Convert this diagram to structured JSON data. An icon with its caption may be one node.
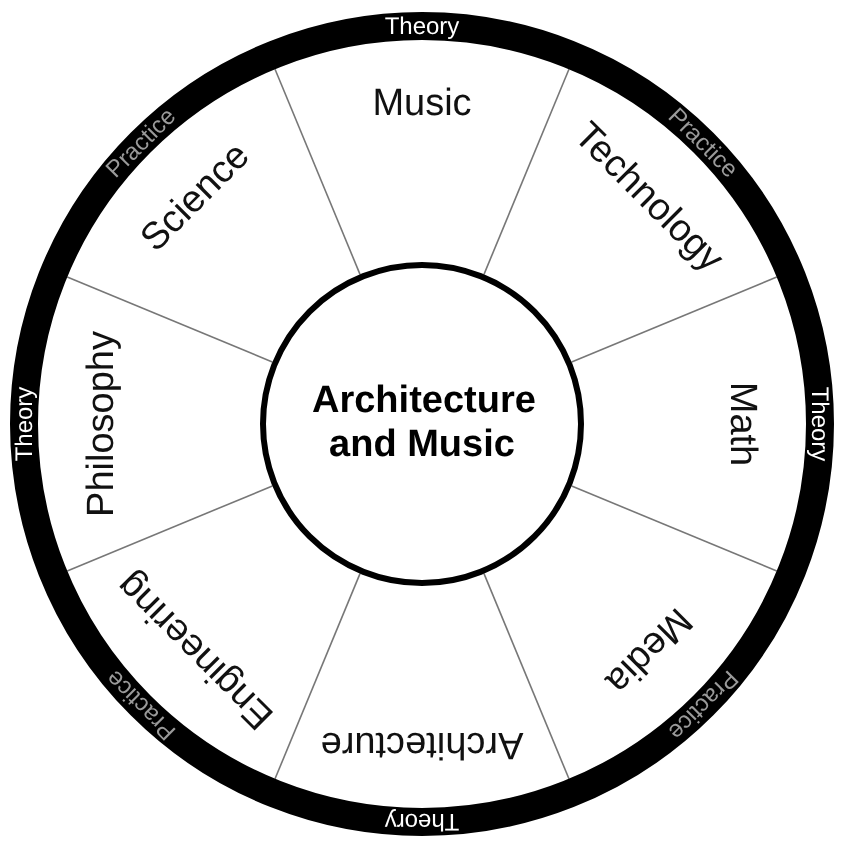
{
  "diagram": {
    "nodes": [
      {
        "text": [
          "Theory",
          "Practice",
          "Theory",
          "Practice",
          "Theory",
          "Practice",
          "Theory",
          "Practice"
        ]
      },
      {
        "text": [
          "Architecture and Music"
        ],
        "in": 0
      },
      {
        "text": [
          "Music"
        ],
        "in": 0
      },
      {
        "text": [
          "Technology"
        ],
        "in": 0
      },
      {
        "text": [
          "Math"
        ],
        "in": 0
      },
      {
        "text": [
          "Media"
        ],
        "in": 0
      },
      {
        "text": [
          "Architecture"
        ],
        "in": 0
      },
      {
        "text": [
          "Engineering"
        ],
        "in": 0
      },
      {
        "text": [
          "Philosophy"
        ],
        "in": 0
      },
      {
        "text": [
          "Science"
        ],
        "in": 0
      }
    ]
  }
}
